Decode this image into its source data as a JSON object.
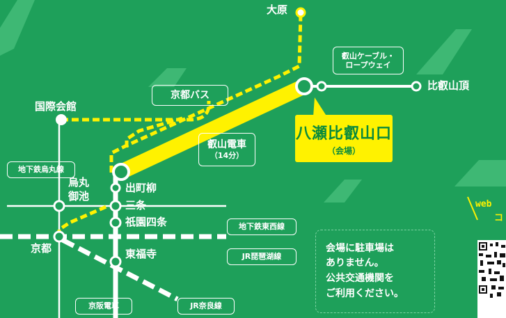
{
  "stations": {
    "ohara": "大原",
    "kokusai_kaikan": "国際会館",
    "demachiyanagi": "出町柳",
    "karasuma_oike": "烏丸\n御池",
    "sanjo": "三条",
    "gion_shijo": "祇園四条",
    "kyoto": "京都",
    "tofukuji": "東福寺",
    "hieizan_cho": "比叡山頂"
  },
  "line_labels": {
    "cable_ropeway": "叡山ケーブル・\nロープウェイ",
    "kyoto_bus": "京都バス",
    "eizan_train": "叡山電車",
    "eizan_time": "（14分）",
    "karasuma_line": "地下鉄烏丸線",
    "tozai_line": "地下鉄東西線",
    "biwako_line": "JR琵琶湖線",
    "keihan": "京阪電車",
    "nara_line": "JR奈良線"
  },
  "venue": {
    "name": "八瀬比叡山口",
    "sub": "（会場）"
  },
  "notice": [
    "会場に駐車場は",
    "ありません。",
    "公共交通機関を",
    "ご利用ください。"
  ],
  "web": {
    "line1": "web",
    "line2": "コ"
  },
  "colors": {
    "bg": "#1ea05a",
    "accent": "#fff200",
    "venue_text": "#0a8a3c"
  }
}
